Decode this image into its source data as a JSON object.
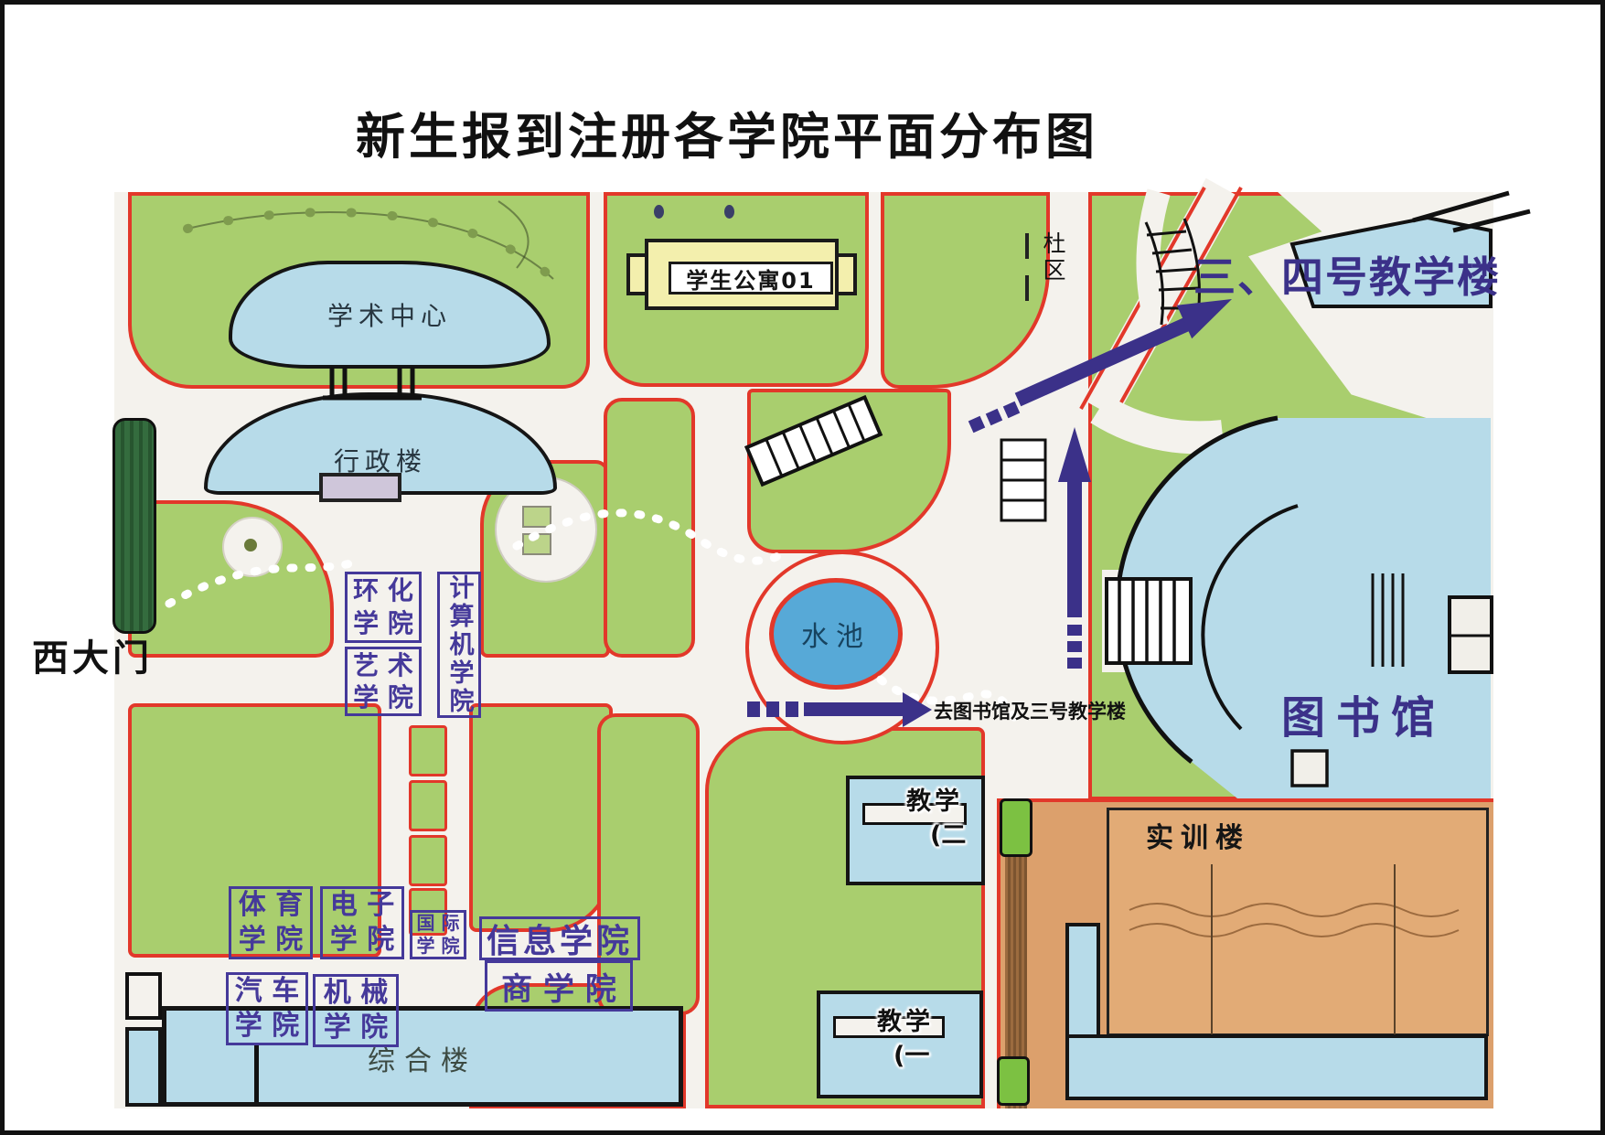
{
  "page": {
    "title": "新生报到注册各学院平面分布图"
  },
  "gate": {
    "west": "西大门"
  },
  "buildings": {
    "academic_center": "学术中心",
    "admin": "行政楼",
    "apartment01": "学生公寓01",
    "pond": "水池",
    "comprehensive": "综合楼",
    "training": "实训楼",
    "library": "图书馆",
    "teaching2_l1": "教学",
    "teaching2_l2": "(二",
    "teaching1_l1": "教学",
    "teaching1_l2": "(一"
  },
  "annotations": {
    "teaching34": "三、四号教学楼",
    "to_library": "去图书馆及三号教学楼",
    "district": "杜区"
  },
  "colleges": {
    "huanhua": {
      "l1": "环 化",
      "l2": "学 院"
    },
    "arts": {
      "l1": "艺 术",
      "l2": "学 院"
    },
    "computer": {
      "v": "计算机学院"
    },
    "pe": {
      "l1": "体 育",
      "l2": "学 院"
    },
    "electronics": {
      "l1": "电 子",
      "l2": "学 院"
    },
    "international": {
      "l1": "国 际",
      "l2": "学 院"
    },
    "information": {
      "t": "信息学院"
    },
    "business": {
      "t": "商 学 院"
    },
    "automotive": {
      "l1": "汽 车",
      "l2": "学 院"
    },
    "mechanical": {
      "l1": "机 械",
      "l2": "学 院"
    }
  },
  "colors": {
    "campus_green": "#a9ce6e",
    "road_red": "#e2382a",
    "building_blue": "#b7dbe9",
    "pond_blue": "#57a9d7",
    "arrow_purple": "#3b3189",
    "college_box_purple": "#45399a",
    "apartment_yellow": "#f3efad",
    "training_orange": "#dca06c"
  }
}
